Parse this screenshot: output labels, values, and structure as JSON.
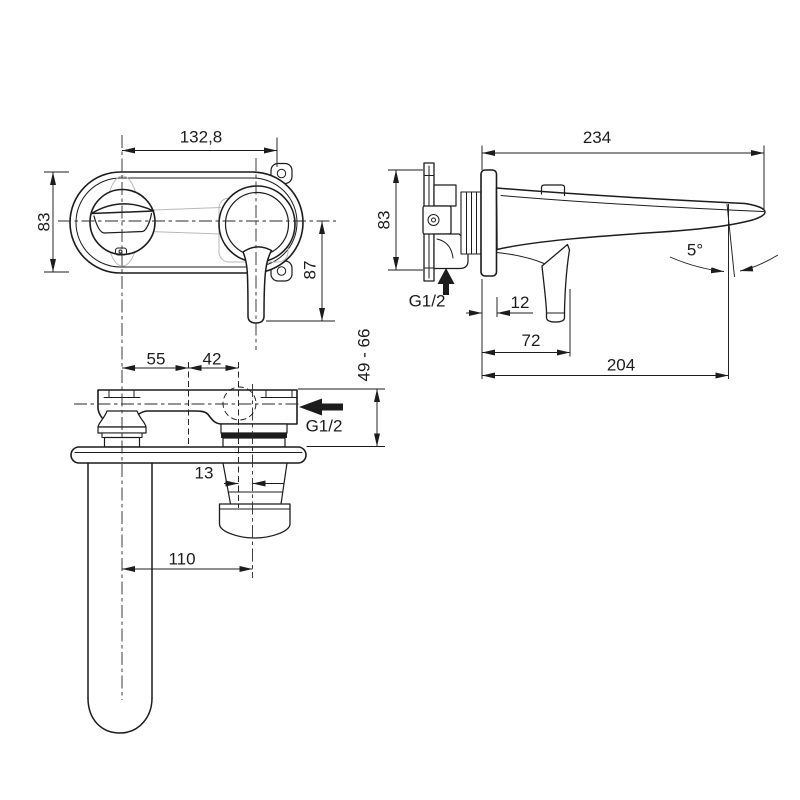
{
  "drawing": {
    "views": {
      "front": {
        "dims": {
          "width": "132,8",
          "plate_height": "83",
          "lever_drop": "87"
        }
      },
      "side": {
        "dims": {
          "depth_total": "234",
          "plate_height": "83",
          "inlet_thread": "G1/2",
          "plate_depth": "12",
          "lever_offset": "72",
          "spout_reach": "204",
          "spout_angle": "5°"
        }
      },
      "top": {
        "dims": {
          "handle_to_valve": "55",
          "valve_to_spout": "42",
          "mounting_depth_range": "49 - 66",
          "inlet_thread": "G1/2",
          "outlet_offset": "13",
          "spout_length": "110"
        }
      }
    },
    "colors": {
      "line": "#1c1c1c",
      "background": "#ffffff",
      "hidden_line": "#b9b9b9"
    }
  }
}
